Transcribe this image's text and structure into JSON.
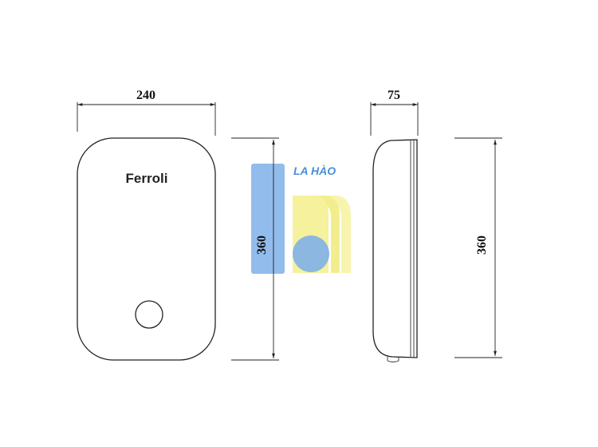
{
  "dimensions": {
    "front_width": "240",
    "side_depth": "75",
    "front_height": "360",
    "side_height": "360"
  },
  "brand": {
    "logo_text": "Ferroli"
  },
  "watermark": {
    "text": "LA HÀO",
    "colors": {
      "blue": "#7fb0e8",
      "yellow": "#f7f3a0",
      "text": "#4a8fd8"
    }
  }
}
